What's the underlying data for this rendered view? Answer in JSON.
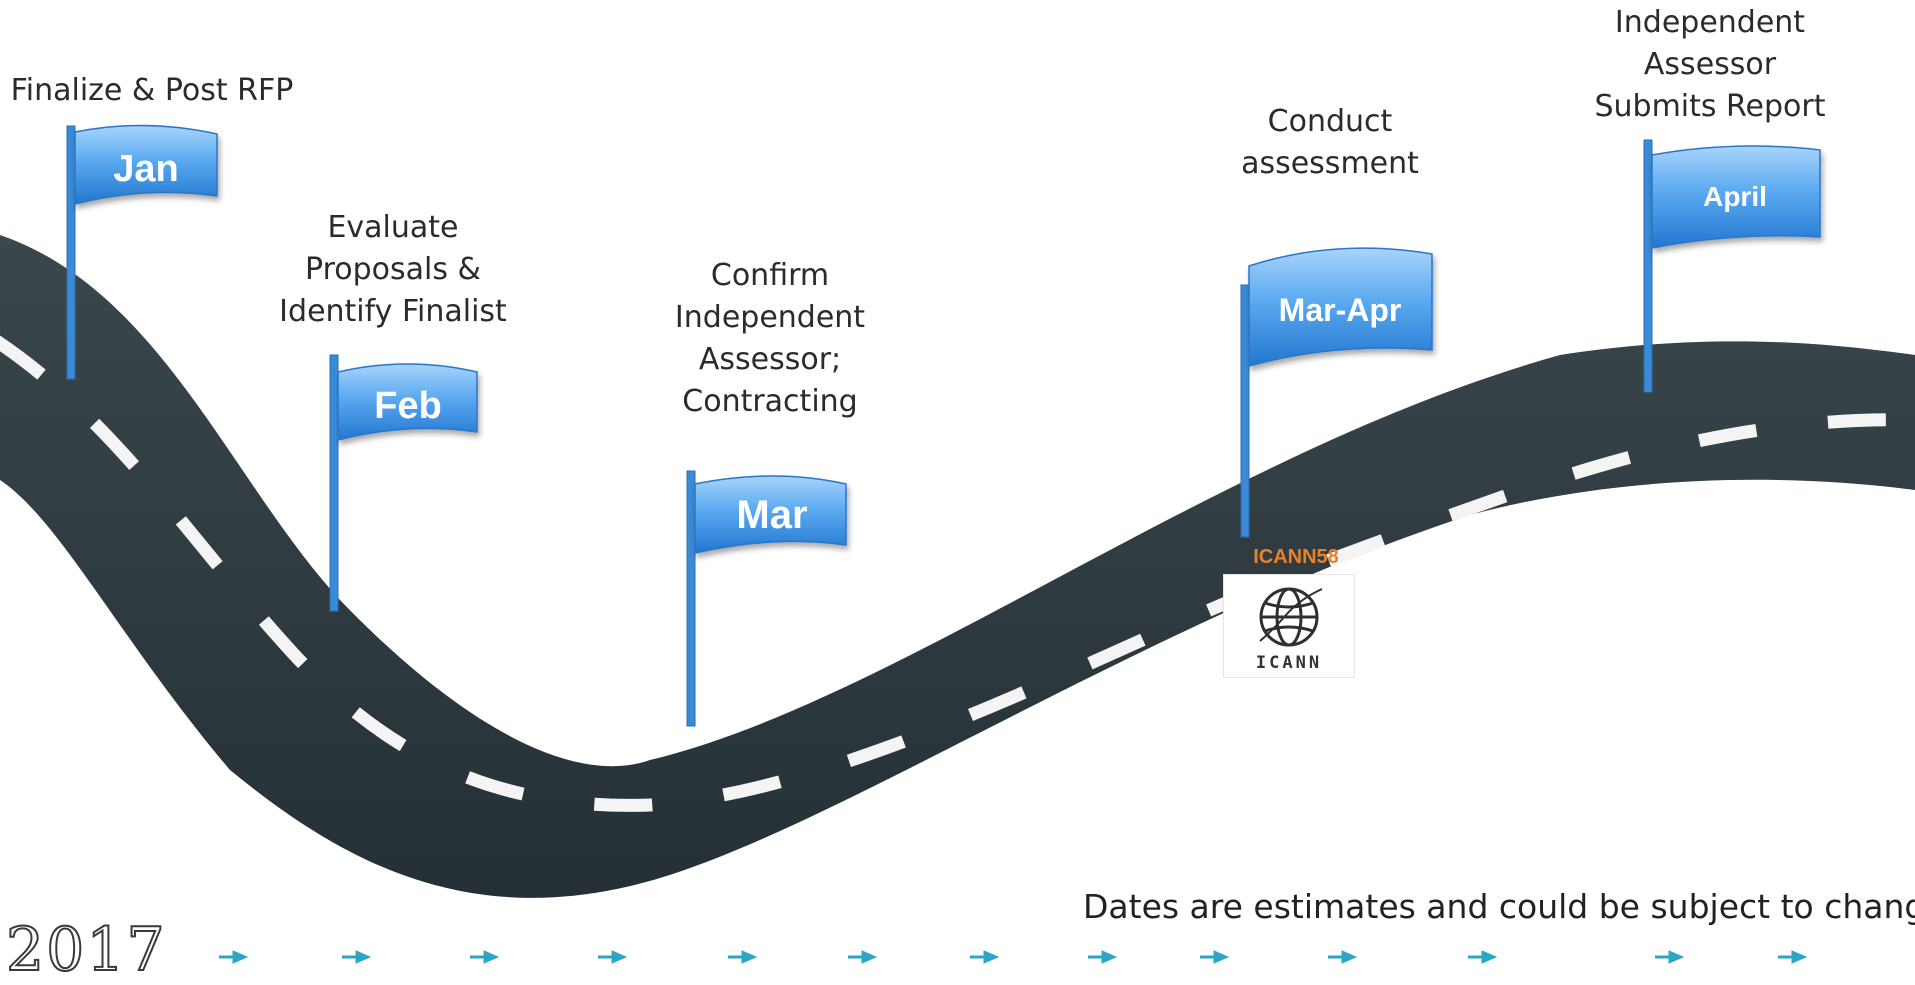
{
  "milestones": [
    {
      "flag": "Jan",
      "caption": "Finalize & Post RFP"
    },
    {
      "flag": "Feb",
      "caption": "Evaluate\nProposals &\nIdentify Finalist"
    },
    {
      "flag": "Mar",
      "caption": "Confirm\nIndependent\nAssessor;\nContracting"
    },
    {
      "flag": "Mar-Apr",
      "caption": "Conduct\nassessment"
    },
    {
      "flag": "April",
      "caption": "Independent\nAssessor\nSubmits Report"
    }
  ],
  "event": {
    "name": "ICANN58",
    "logo_text": "ICANN",
    "color": "#e8822a"
  },
  "footnote": "Dates are estimates and could be subject to change",
  "year": "2017",
  "colors": {
    "road": "#2d3a40",
    "flag": "#3d8fe0",
    "pole": "#3b8ad6",
    "arrow": "#2aa7c4"
  }
}
